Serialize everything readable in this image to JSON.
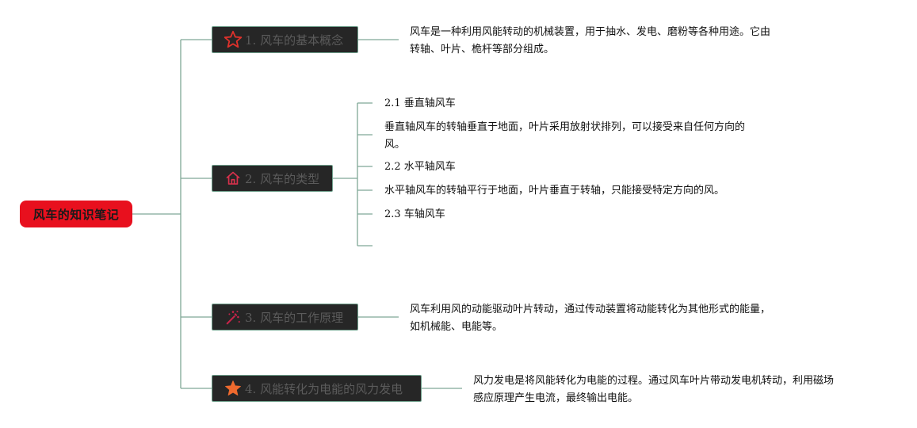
{
  "root": {
    "label": "风车的知识笔记"
  },
  "branches": [
    {
      "label": "1. 风车的基本概念",
      "icon": "star-outline-icon",
      "icon_color": "#e0312b",
      "description_lines": [
        "风车是一种利用风能转动的机械装置，用于抽水、发电、磨粉等各种用途。它由",
        "转轴、叶片、桅杆等部分组成。"
      ]
    },
    {
      "label": "2. 风车的类型",
      "icon": "home-icon",
      "icon_color": "#d8314c",
      "children": [
        {
          "lines": [
            "2.1 垂直轴风车"
          ]
        },
        {
          "lines": [
            "垂直轴风车的转轴垂直于地面，叶片采用放射状排列，可以接受来自任何方向的",
            "风。"
          ]
        },
        {
          "lines": [
            "2.2 水平轴风车"
          ]
        },
        {
          "lines": [
            "水平轴风车的转轴平行于地面，叶片垂直于转轴，只能接受特定方向的风。"
          ]
        },
        {
          "lines": [
            "2.3 车轴风车"
          ]
        },
        {
          "lines": [
            ""
          ]
        }
      ]
    },
    {
      "label": "3. 风车的工作原理",
      "icon": "magic-wand-icon",
      "icon_color": "#c8244a",
      "description_lines": [
        "风车利用风的动能驱动叶片转动，通过传动装置将动能转化为其他形式的能量，",
        "如机械能、电能等。"
      ]
    },
    {
      "label": "4. 风能转化为电能的风力发电",
      "icon": "star-filled-icon",
      "icon_color": "#ee6a2e",
      "description_lines": [
        "风力发电是将风能转化为电能的过程。通过风车叶片带动发电机转动，利用磁场",
        "感应原理产生电流，最终输出电能。"
      ]
    }
  ],
  "colors": {
    "line": "#7fa896",
    "root_fill": "#e8101e",
    "node_fill": "#262626",
    "node_border": "#6fa08c",
    "node_text": "#5b5b5b"
  }
}
